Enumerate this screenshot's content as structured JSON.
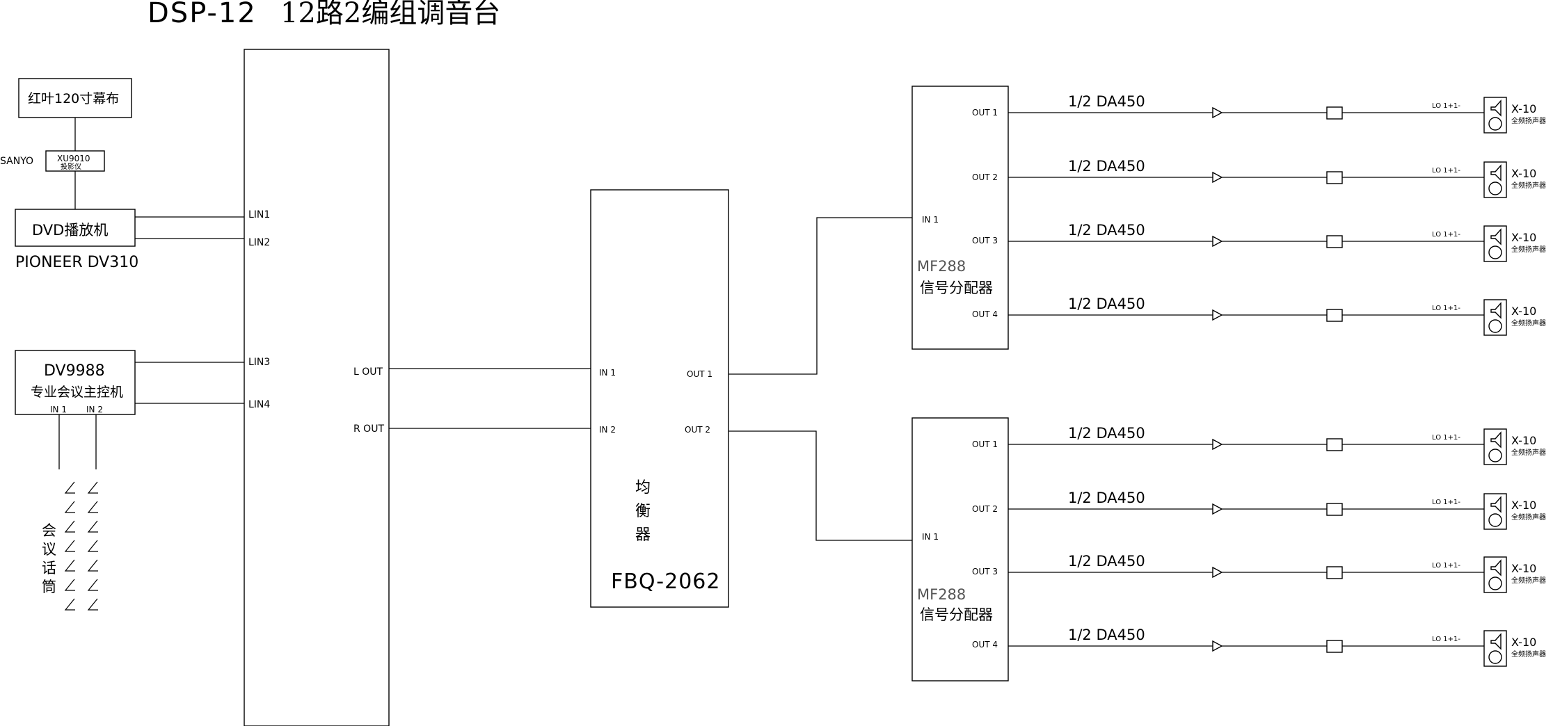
{
  "title": {
    "model": "DSP-12",
    "desc": "12路2编组调音台"
  },
  "screen": {
    "label": "红叶120寸幕布"
  },
  "projector": {
    "brand": "SANYO",
    "model": "XU9010",
    "desc": "投影仪"
  },
  "dvd": {
    "label": "DVD播放机",
    "model": "PIONEER DV310"
  },
  "conference": {
    "model": "DV9988",
    "desc": "专业会议主控机",
    "in1": "IN 1",
    "in2": "IN 2"
  },
  "mics": {
    "chars": [
      "会",
      "议",
      "话",
      "筒"
    ]
  },
  "mixer": {
    "inputs": [
      "LIN1",
      "LIN2",
      "LIN3",
      "LIN4"
    ],
    "outputs": [
      "L OUT",
      "R OUT"
    ]
  },
  "eq": {
    "in1": "IN 1",
    "in2": "IN 2",
    "out1": "OUT 1",
    "out2": "OUT 2",
    "name_chars": [
      "均",
      "衡",
      "器"
    ],
    "model": "FBQ-2062"
  },
  "splitters": [
    {
      "in": "IN 1",
      "model": "MF288",
      "desc": "信号分配器",
      "outs": [
        "OUT 1",
        "OUT 2",
        "OUT 3",
        "OUT 4"
      ]
    },
    {
      "in": "IN 1",
      "model": "MF288",
      "desc": "信号分配器",
      "outs": [
        "OUT 1",
        "OUT 2",
        "OUT 3",
        "OUT 4"
      ]
    }
  ],
  "amp_label": "1/2 DA450",
  "lo_label": "LO 1+1-",
  "speaker": {
    "model": "X-10",
    "desc": "全频扬声器"
  }
}
